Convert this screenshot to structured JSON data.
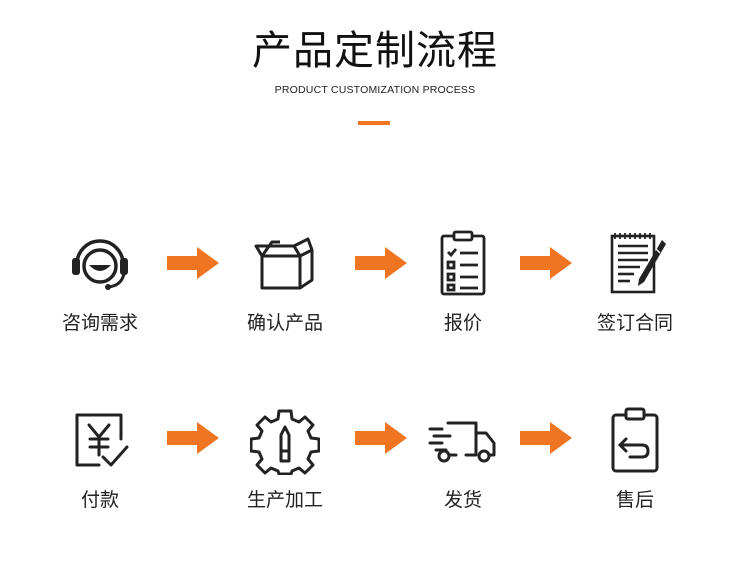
{
  "header": {
    "title": "产品定制流程",
    "subtitle": "PRODUCT CUSTOMIZATION PROCESS",
    "accent_color": "#f07522"
  },
  "steps": [
    {
      "label": "咨询需求",
      "icon": "customer-service-headset-icon"
    },
    {
      "label": "确认产品",
      "icon": "box-icon"
    },
    {
      "label": "报价",
      "icon": "clipboard-checklist-icon"
    },
    {
      "label": "签订合同",
      "icon": "contract-pen-icon"
    },
    {
      "label": "付款",
      "icon": "yen-payment-icon"
    },
    {
      "label": "生产加工",
      "icon": "gear-production-icon"
    },
    {
      "label": "发货",
      "icon": "delivery-truck-icon"
    },
    {
      "label": "售后",
      "icon": "return-clipboard-icon"
    }
  ],
  "arrow_color": "#f07522"
}
